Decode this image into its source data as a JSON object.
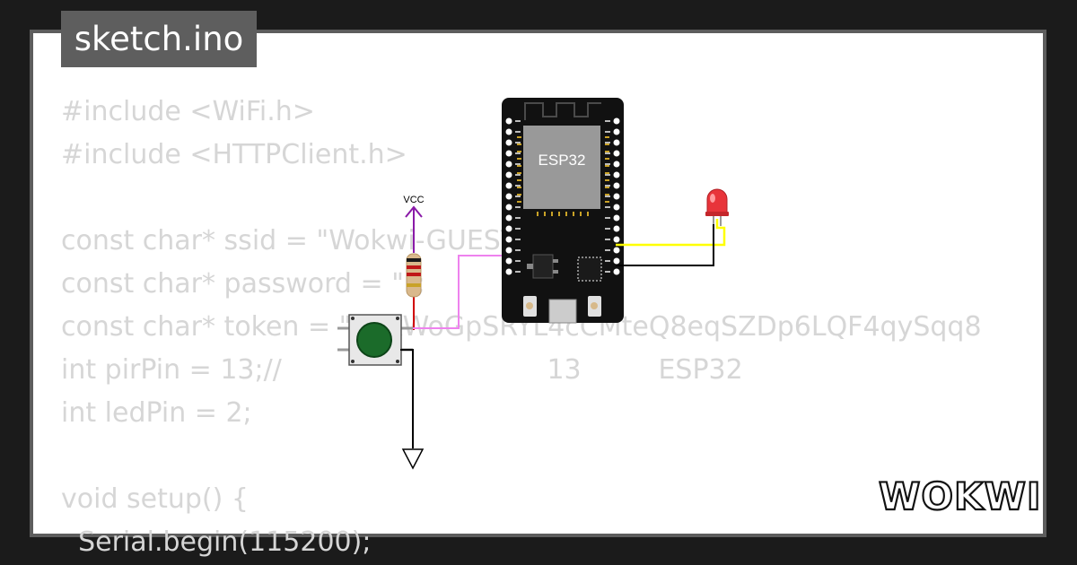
{
  "file_tab": {
    "label": "sketch.ino"
  },
  "code_lines": [
    "#include <WiFi.h>",
    "#include <HTTPClient.h>",
    "",
    "const char* ssid = \"Wokwi-GUEST\";",
    "const char* password = \"\";",
    "const char* token = \"kNkWoGpSRYL4cCMteQ8eqSZDp6LQF4qySqq8",
    "int pirPin = 13;//                               13         ESP32",
    "int ledPin = 2;",
    "",
    "void setup() {",
    "  Serial.begin(115200);"
  ],
  "circuit": {
    "vcc_label": "VCC",
    "esp32_chip_label": "ESP32",
    "wire_colors": {
      "signal_pink": "#ee82ee",
      "led_yellow": "#ffff00",
      "ground": "#000000",
      "vcc": "#800080"
    },
    "led_color": "#e8343a",
    "button_color": "#1b6b2a"
  },
  "brand": {
    "logo_text": "WOKWI"
  }
}
